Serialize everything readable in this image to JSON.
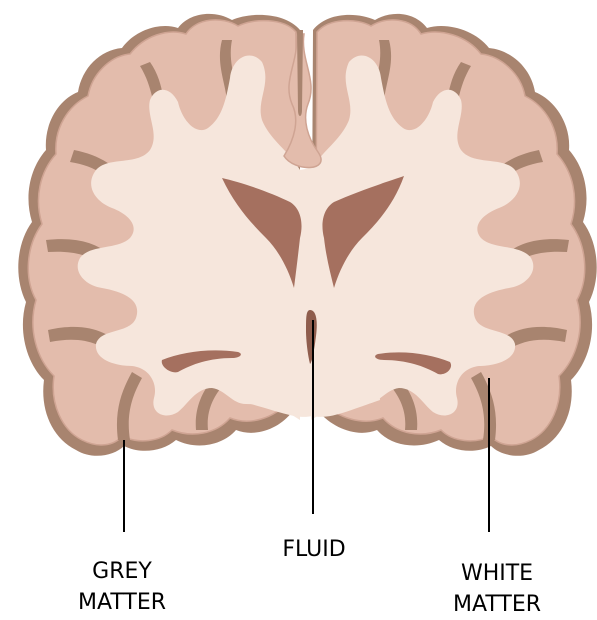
{
  "labels": {
    "grey_matter": {
      "line1": "GREY",
      "line2": "MATTER"
    },
    "fluid": {
      "line1": "FLUID"
    },
    "white_matter": {
      "line1": "WHITE",
      "line2": "MATTER"
    }
  },
  "colors": {
    "outer_shadow": "#a8846f",
    "grey_matter": "#e3bcac",
    "grey_matter_edge": "#cfa493",
    "white_matter": "#f6e6dc",
    "ventricle_fluid": "#a5705f",
    "ventricle_dark": "#8f5d4d",
    "leader_line": "#000000"
  }
}
